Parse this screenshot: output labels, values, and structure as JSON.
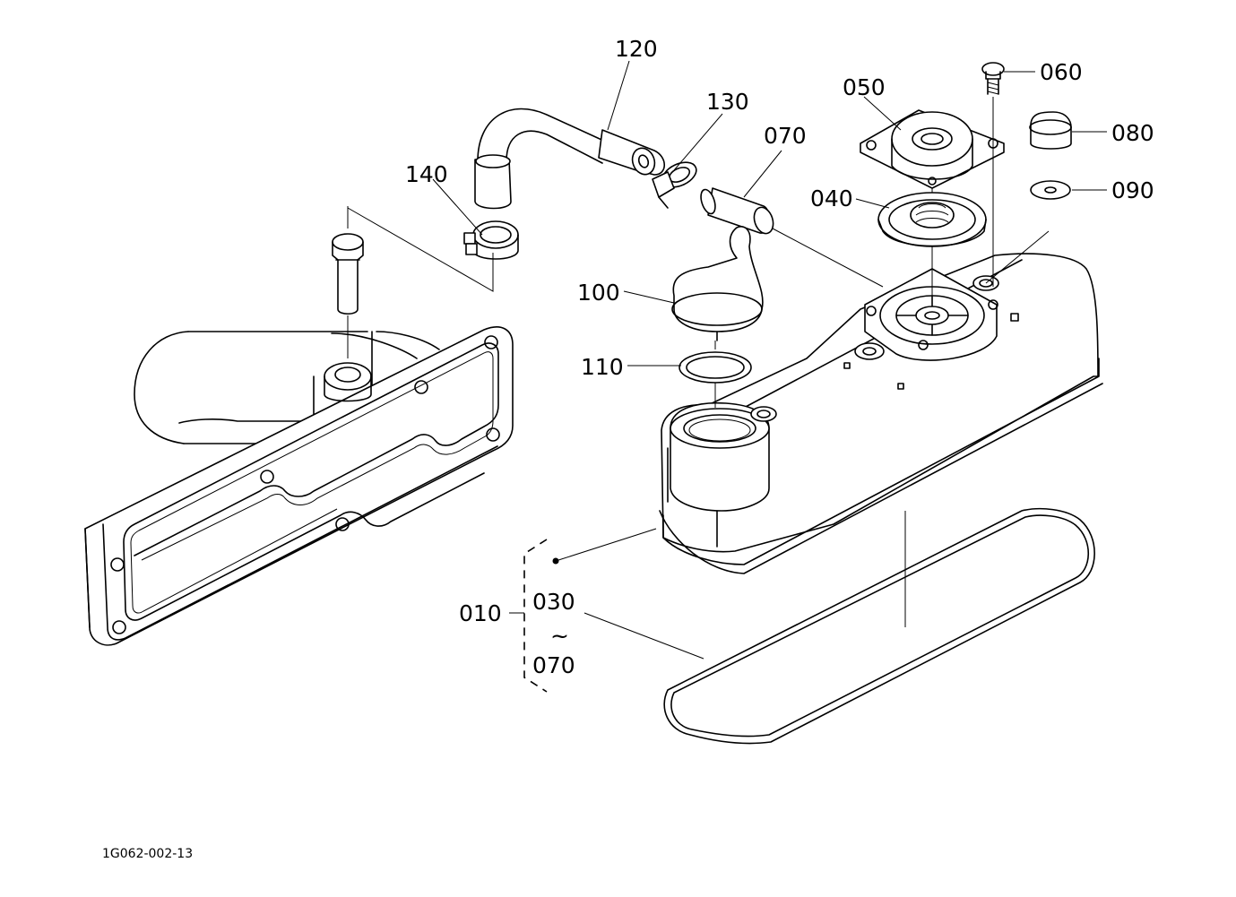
{
  "labels": {
    "p120": "120",
    "p130": "130",
    "p070": "070",
    "p140": "140",
    "p050": "050",
    "p060": "060",
    "p080": "080",
    "p090": "090",
    "p040": "040",
    "p100": "100",
    "p110": "110",
    "p010": "010",
    "p030": "030",
    "tilde": "~",
    "p070b": "070"
  },
  "footer_code": "1G062-002-13"
}
